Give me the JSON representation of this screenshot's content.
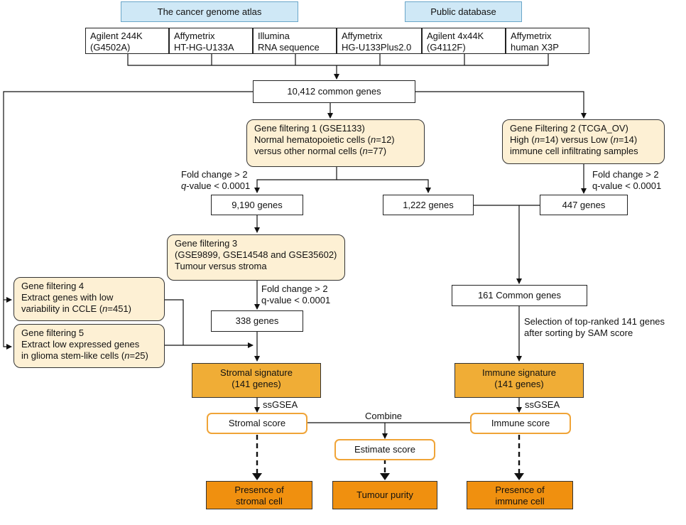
{
  "sources": {
    "tcga": "The cancer genome atlas",
    "public": "Public database"
  },
  "platforms": [
    [
      "Agilent 244K",
      "(G4502A)"
    ],
    [
      "Affymetrix",
      "HT-HG-U133A"
    ],
    [
      "Illumina",
      "RNA sequence"
    ],
    [
      "Affymetrix",
      "HG-U133Plus2.0"
    ],
    [
      "Agilent 4x44K",
      "(G4112F)"
    ],
    [
      "Affymetrix",
      "human X3P"
    ]
  ],
  "common_genes": "10,412 common genes",
  "filter1": {
    "l1": "Gene filtering 1 (GSE1133)",
    "l2a": "Normal hematopoietic cells (",
    "l2n": "n",
    "l2b": "=12)",
    "l3a": "versus other normal cells (",
    "l3n": "n",
    "l3b": "=77)"
  },
  "filter2": {
    "l1": "Gene Filtering 2 (TCGA_OV)",
    "l2a": "High (",
    "l2n1": "n",
    "l2b": "=14) versus Low (",
    "l2n2": "n",
    "l2c": "=14)",
    "l3": "immune cell infiltrating samples"
  },
  "criteria": {
    "fc": "Fold change > 2",
    "q_italic": "q",
    "q_rest": "-value < 0.0001",
    "q_full": "q-value < 0.0001"
  },
  "genes_9190": "9,190 genes",
  "genes_1222": "1,222 genes",
  "genes_447": "447 genes",
  "filter3": {
    "l1": "Gene filtering 3",
    "l2": "(GSE9899, GSE14548 and GSE35602)",
    "l3": "Tumour versus stroma"
  },
  "filter4": {
    "l1": "Gene filtering 4",
    "l2": "Extract genes with low",
    "l3a": "variability in CCLE (",
    "l3n": "n",
    "l3b": "=451)"
  },
  "filter5": {
    "l1": "Gene filtering 5",
    "l2": "Extract low expressed genes",
    "l3a": "in glioma stem-like cells (",
    "l3n": "n",
    "l3b": "=25)"
  },
  "genes_338": "338 genes",
  "common_161": "161 Common genes",
  "selection": {
    "l1": "Selection of top-ranked 141 genes",
    "l2": "after sorting by SAM score"
  },
  "stromal_sig": {
    "l1": "Stromal signature",
    "l2": "(141 genes)"
  },
  "immune_sig": {
    "l1": "Immune signature",
    "l2": "(141 genes)"
  },
  "ssgsea": "ssGSEA",
  "combine": "Combine",
  "stromal_score": "Stromal score",
  "immune_score": "Immune score",
  "estimate_score": "Estimate score",
  "results": {
    "stromal": {
      "l1": "Presence of",
      "l2": "stromal cell"
    },
    "purity": "Tumour purity",
    "immune": {
      "l1": "Presence of",
      "l2": "immune cell"
    }
  },
  "colors": {
    "source_fill": "#cfe8f6",
    "filter_fill": "#fdf0d4",
    "signature_fill": "#f0ad36",
    "score_border": "#f0a437",
    "result_fill": "#f0900f"
  }
}
